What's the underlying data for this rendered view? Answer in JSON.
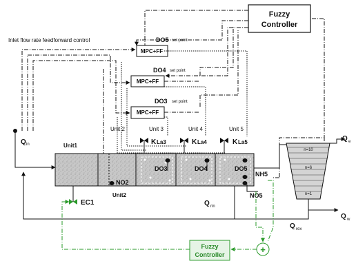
{
  "labels": {
    "fuzzy_top_line1": "Fuzzy",
    "fuzzy_top_line2": "Controller",
    "inlet_ff": "Inlet flow rate feedforward control",
    "do5_sp": "DO5",
    "do5_sp_suffix": "set point",
    "do4_sp": "DO4",
    "do4_sp_suffix": "set point",
    "do3_sp": "DO3",
    "do3_sp_suffix": "set point",
    "mpc_ff_5": "MPC+FF",
    "mpc_ff_4": "MPC+FF",
    "mpc_ff_3": "MPC+FF",
    "q_in": "Q",
    "q_in_sub": "in",
    "unit1": "Unit1",
    "unit2_top": "Unit 2",
    "unit3": "Unit 3",
    "unit4": "Unit 4",
    "unit5": "Unit 5",
    "unit2_bottom": "Unit2",
    "kla3": "K",
    "kla3_sub": "La3",
    "kla4": "K",
    "kla4_sub": "La4",
    "kla5": "K",
    "kla5_sub": "La5",
    "do3": "DO3",
    "do4": "DO4",
    "do5": "DO5",
    "nh5": "NH5",
    "no5": "NO5",
    "no2": "NO2",
    "ec1": "EC1",
    "q_e": "Q",
    "q_e_sub": "e",
    "q_w": "Q",
    "q_w_sub": "w",
    "q_rin": "Q",
    "q_rin_sub": "rin",
    "q_rex": "Q",
    "q_rex_sub": "rex",
    "settler_n10": "n=10",
    "settler_n6": "n=6",
    "settler_n1": "n=1",
    "fuzzy_bottom_line1": "Fuzzy",
    "fuzzy_bottom_line2": "Controller",
    "sum_symbol": "+"
  },
  "colors": {
    "control_green": "#2a9a2a",
    "line_black": "#111111",
    "tank_fill": "#c9c9c9",
    "fuzzy_bottom_fill": "#e6f4e6"
  }
}
